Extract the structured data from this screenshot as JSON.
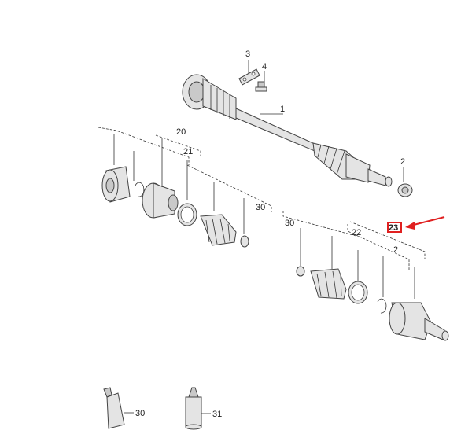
{
  "labels": {
    "p1": "1",
    "p2_top": "2",
    "p3": "3",
    "p4": "4",
    "p20": "20",
    "p21": "21",
    "p30_left": "30",
    "p30_right": "30",
    "p22": "22",
    "p23": "23",
    "p2_bottom": "2",
    "p30_tube": "30",
    "p31": "31"
  },
  "colors": {
    "highlight": "#e02020",
    "arrow": "#e02020"
  }
}
